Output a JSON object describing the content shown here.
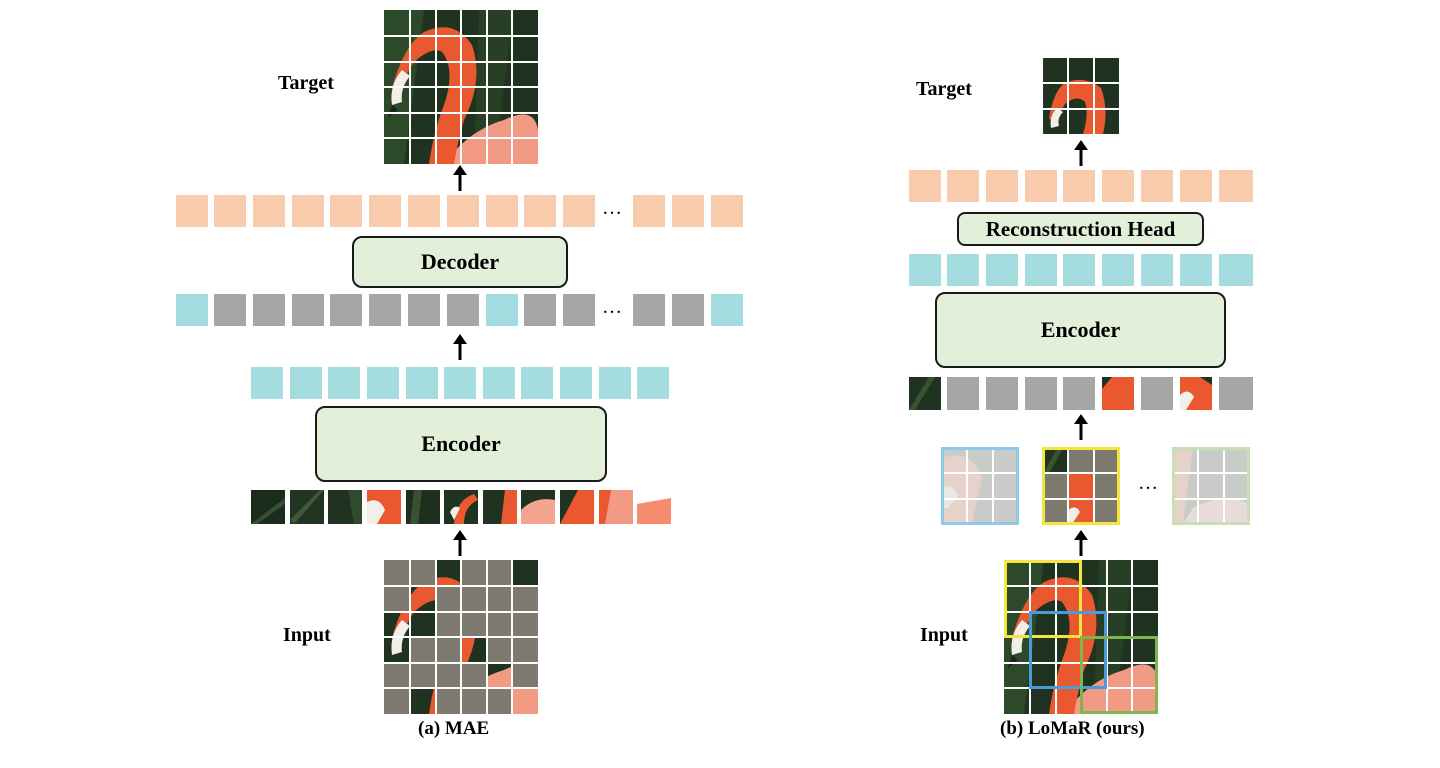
{
  "panel_a": {
    "target_label": "Target",
    "decoder_label": "Decoder",
    "encoder_label": "Encoder",
    "input_label": "Input",
    "caption": "(a) MAE",
    "ellipsis": "…"
  },
  "panel_b": {
    "target_label": "Target",
    "recon_head_label": "Reconstruction Head",
    "encoder_label": "Encoder",
    "input_label": "Input",
    "caption": "(b) LoMaR (ours)",
    "ellipsis": "…"
  },
  "colors": {
    "block_fill": "#e2efd9",
    "token_orange": "#f8cbad",
    "token_teal": "#a5dcdf",
    "token_gray": "#a6a6a8",
    "window_yellow": "#f5e63c",
    "window_blue": "#4a9bd8",
    "window_green": "#7cb552"
  }
}
